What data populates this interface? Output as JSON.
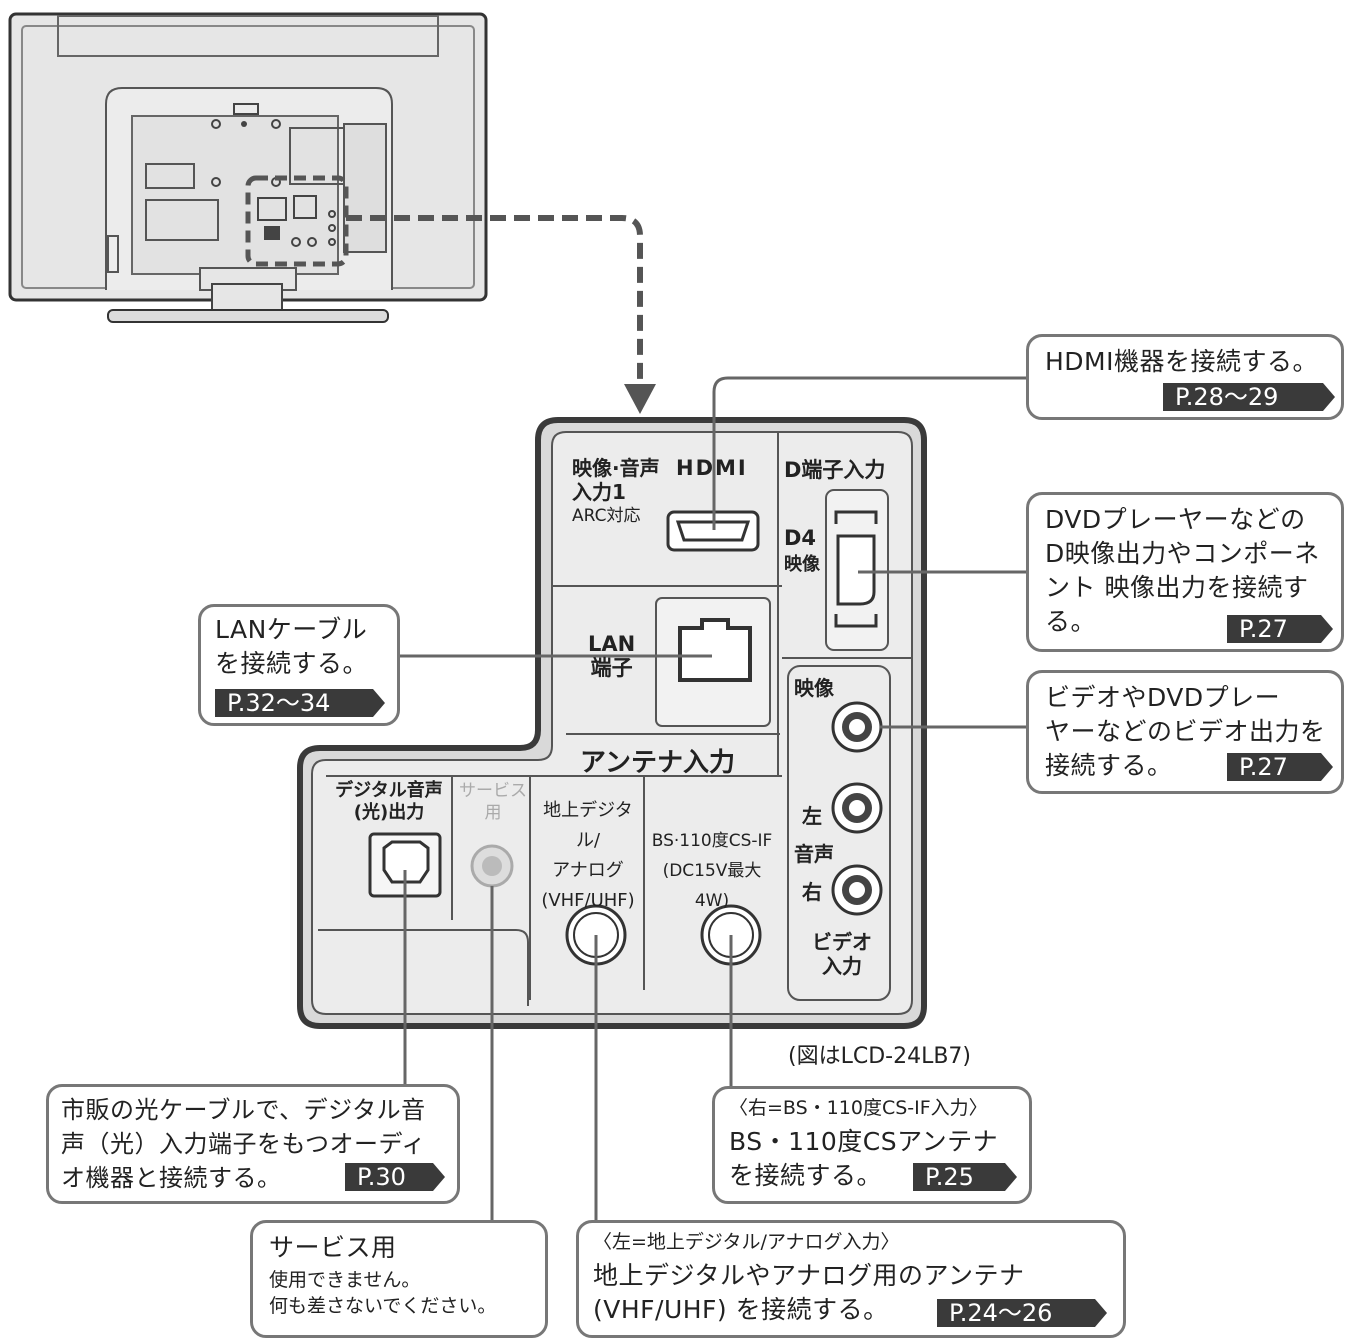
{
  "panel": {
    "hdmi_port_label_1": "映像·音声",
    "hdmi_port_label_2": "入力1",
    "hdmi_port_label_3": "ARC対応",
    "hdmi_logo": "HDMI",
    "d_terminal_label": "D端子入力",
    "d4_label": "D4",
    "d4_sub": "映像",
    "lan_label_1": "LAN",
    "lan_label_2": "端子",
    "video_label": "映像",
    "audio_left": "左",
    "audio_mid": "音声",
    "audio_right": "右",
    "video_in_1": "ビデオ",
    "video_in_2": "入力",
    "antenna_title": "アンテナ入力",
    "optical_label_1": "デジタル音声",
    "optical_label_2": "(光)出力",
    "service_label_1": "サービス",
    "service_label_2": "用",
    "terrestrial_1": "地上デジタル/",
    "terrestrial_2": "アナログ",
    "terrestrial_3": "(VHF/UHF)",
    "bs_1": "BS·110度CS-IF",
    "bs_2": "(DC15V最大4W)"
  },
  "figure_note": "(図はLCD-24LB7)",
  "callouts": {
    "hdmi": {
      "text": "HDMI機器を接続する。",
      "page": "P.28〜29"
    },
    "d_terminal": {
      "line1": "DVDプレーヤーなどの",
      "line2": "D映像出力やコンポーネ",
      "line3": "ント 映像出力を接続す",
      "line4": "る。",
      "page": "P.27"
    },
    "video": {
      "line1": "ビデオやDVDプレー",
      "line2": "ヤーなどのビデオ出力を",
      "line3": "接続する。",
      "page": "P.27"
    },
    "lan": {
      "line1": "LANケーブル",
      "line2": "を接続する。",
      "page": "P.32〜34"
    },
    "optical": {
      "line1": "市販の光ケーブルで、デジタル音",
      "line2": "声（光）入力端子をもつオーディ",
      "line3": "オ機器と接続する。",
      "page": "P.30"
    },
    "service": {
      "title": "サービス用",
      "line1": "使用できません。",
      "line2": "何も差さないでください。"
    },
    "bs": {
      "note": "〈右=BS・110度CS-IF入力〉",
      "line1": "BS・110度CSアンテナ",
      "line2": "を接続する。",
      "page": "P.25"
    },
    "terrestrial": {
      "note": "〈左=地上デジタル/アナログ入力〉",
      "line1": "地上デジタルやアナログ用のアンテナ",
      "line2": "(VHF/UHF) を接続する。",
      "page": "P.24〜26"
    }
  }
}
